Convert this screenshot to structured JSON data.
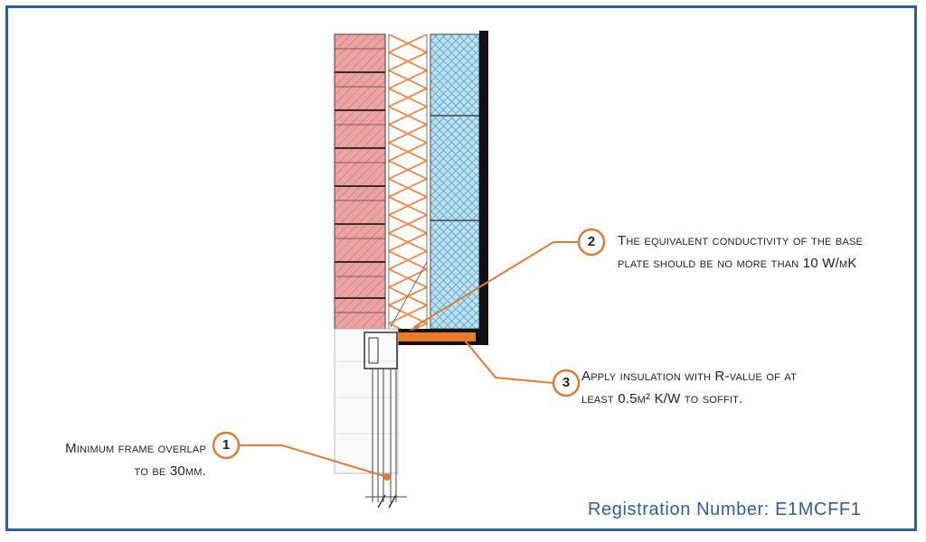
{
  "notes": {
    "note2_line1": "The equivalent conductivity of the base",
    "note2_line2": "plate should be no more than 10 W/mK",
    "note3_line1": "Apply insulation with R-value of at",
    "note3_line2": "least 0.5m² K/W to soffit.",
    "note1_line1": "Minimum frame overlap",
    "note1_line2": "to be 30mm."
  },
  "callouts": {
    "c1": "1",
    "c2": "2",
    "c3": "3"
  },
  "registration": "Registration Number: E1MCFF1",
  "colors": {
    "frame": "#2f5f98",
    "callout": "#e07b39",
    "brick": "#eba3a3",
    "brick_hatch": "#c97a7a",
    "insulation_zigzag": "#f08a4a",
    "board": "#bfe2f2",
    "board_hatch": "#5aa6cf",
    "base_plate": "#111111",
    "registration_text": "#2f5f98"
  },
  "icons": {
    "callout_marker": "circle-number"
  }
}
